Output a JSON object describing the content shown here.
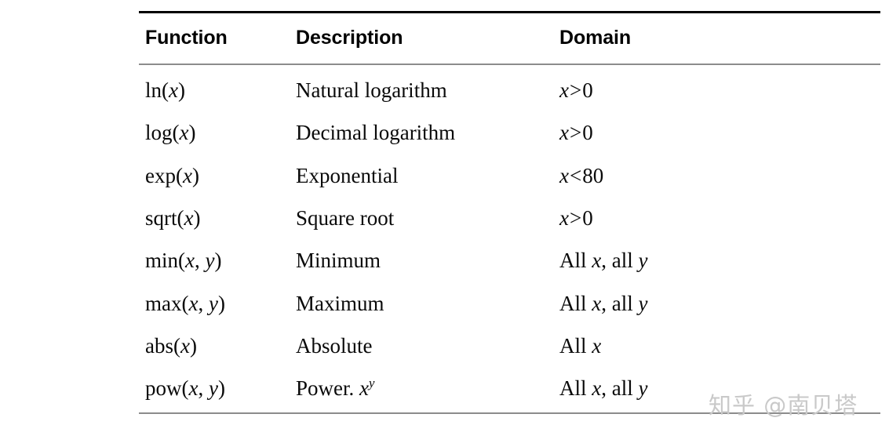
{
  "table": {
    "headers": [
      "Function",
      "Description",
      "Domain"
    ],
    "rows": [
      {
        "function_name": "ln",
        "function_args": [
          "x"
        ],
        "function_text": "ln(x)",
        "description": "Natural logarithm",
        "description_suffix": "",
        "domain": "x > 0"
      },
      {
        "function_name": "log",
        "function_args": [
          "x"
        ],
        "function_text": "log(x)",
        "description": "Decimal logarithm",
        "description_suffix": "",
        "domain": "x > 0"
      },
      {
        "function_name": "exp",
        "function_args": [
          "x"
        ],
        "function_text": "exp(x)",
        "description": "Exponential",
        "description_suffix": "",
        "domain": "x < 80"
      },
      {
        "function_name": "sqrt",
        "function_args": [
          "x"
        ],
        "function_text": "sqrt(x)",
        "description": "Square root",
        "description_suffix": "",
        "domain": "x > 0"
      },
      {
        "function_name": "min",
        "function_args": [
          "x",
          "y"
        ],
        "function_text": "min(x, y)",
        "description": "Minimum",
        "description_suffix": "",
        "domain": "All x, all y"
      },
      {
        "function_name": "max",
        "function_args": [
          "x",
          "y"
        ],
        "function_text": "max(x, y)",
        "description": "Maximum",
        "description_suffix": "",
        "domain": "All x, all y"
      },
      {
        "function_name": "abs",
        "function_args": [
          "x"
        ],
        "function_text": "abs(x)",
        "description": "Absolute",
        "description_suffix": "",
        "domain": "All x"
      },
      {
        "function_name": "pow",
        "function_args": [
          "x",
          "y"
        ],
        "function_text": "pow(x, y)",
        "description": "Power.",
        "description_suffix": "x^y",
        "domain": "All x, all y"
      }
    ],
    "cells": {
      "r0": {
        "fn_name": "ln",
        "fn_open": "(",
        "fn_v1": "x",
        "fn_close": ")",
        "desc": "Natural logarithm",
        "dom_v1": "x",
        "dom_rel": ">",
        "dom_val": "0"
      },
      "r1": {
        "fn_name": "log",
        "fn_open": "(",
        "fn_v1": "x",
        "fn_close": ")",
        "desc": "Decimal logarithm",
        "dom_v1": "x",
        "dom_rel": ">",
        "dom_val": "0"
      },
      "r2": {
        "fn_name": "exp",
        "fn_open": "(",
        "fn_v1": "x",
        "fn_close": ")",
        "desc": "Exponential",
        "dom_v1": "x",
        "dom_rel": "<",
        "dom_val": "80"
      },
      "r3": {
        "fn_name": "sqrt",
        "fn_open": "(",
        "fn_v1": "x",
        "fn_close": ")",
        "desc": "Square root",
        "dom_v1": "x",
        "dom_rel": ">",
        "dom_val": "0"
      },
      "r4": {
        "fn_name": "min",
        "fn_open": "(",
        "fn_v1": "x",
        "fn_sep": ", ",
        "fn_v2": "y",
        "fn_close": ")",
        "desc": "Minimum",
        "dom_pre": "All ",
        "dom_v1": "x",
        "dom_mid": ", all ",
        "dom_v2": "y"
      },
      "r5": {
        "fn_name": "max",
        "fn_open": "(",
        "fn_v1": "x",
        "fn_sep": ", ",
        "fn_v2": "y",
        "fn_close": ")",
        "desc": "Maximum",
        "dom_pre": "All ",
        "dom_v1": "x",
        "dom_mid": ", all ",
        "dom_v2": "y"
      },
      "r6": {
        "fn_name": "abs",
        "fn_open": "(",
        "fn_v1": "x",
        "fn_close": ")",
        "desc": "Absolute",
        "dom_pre": "All ",
        "dom_v1": "x"
      },
      "r7": {
        "fn_name": "pow",
        "fn_open": "(",
        "fn_v1": "x",
        "fn_sep": ", ",
        "fn_v2": "y",
        "fn_close": ")",
        "desc": "Power.",
        "desc_base": "x",
        "desc_sup": "y",
        "dom_pre": "All ",
        "dom_v1": "x",
        "dom_mid": ", all ",
        "dom_v2": "y"
      }
    }
  },
  "watermark": {
    "text": "知乎 @南贝塔",
    "color": "#c9c9c9"
  }
}
